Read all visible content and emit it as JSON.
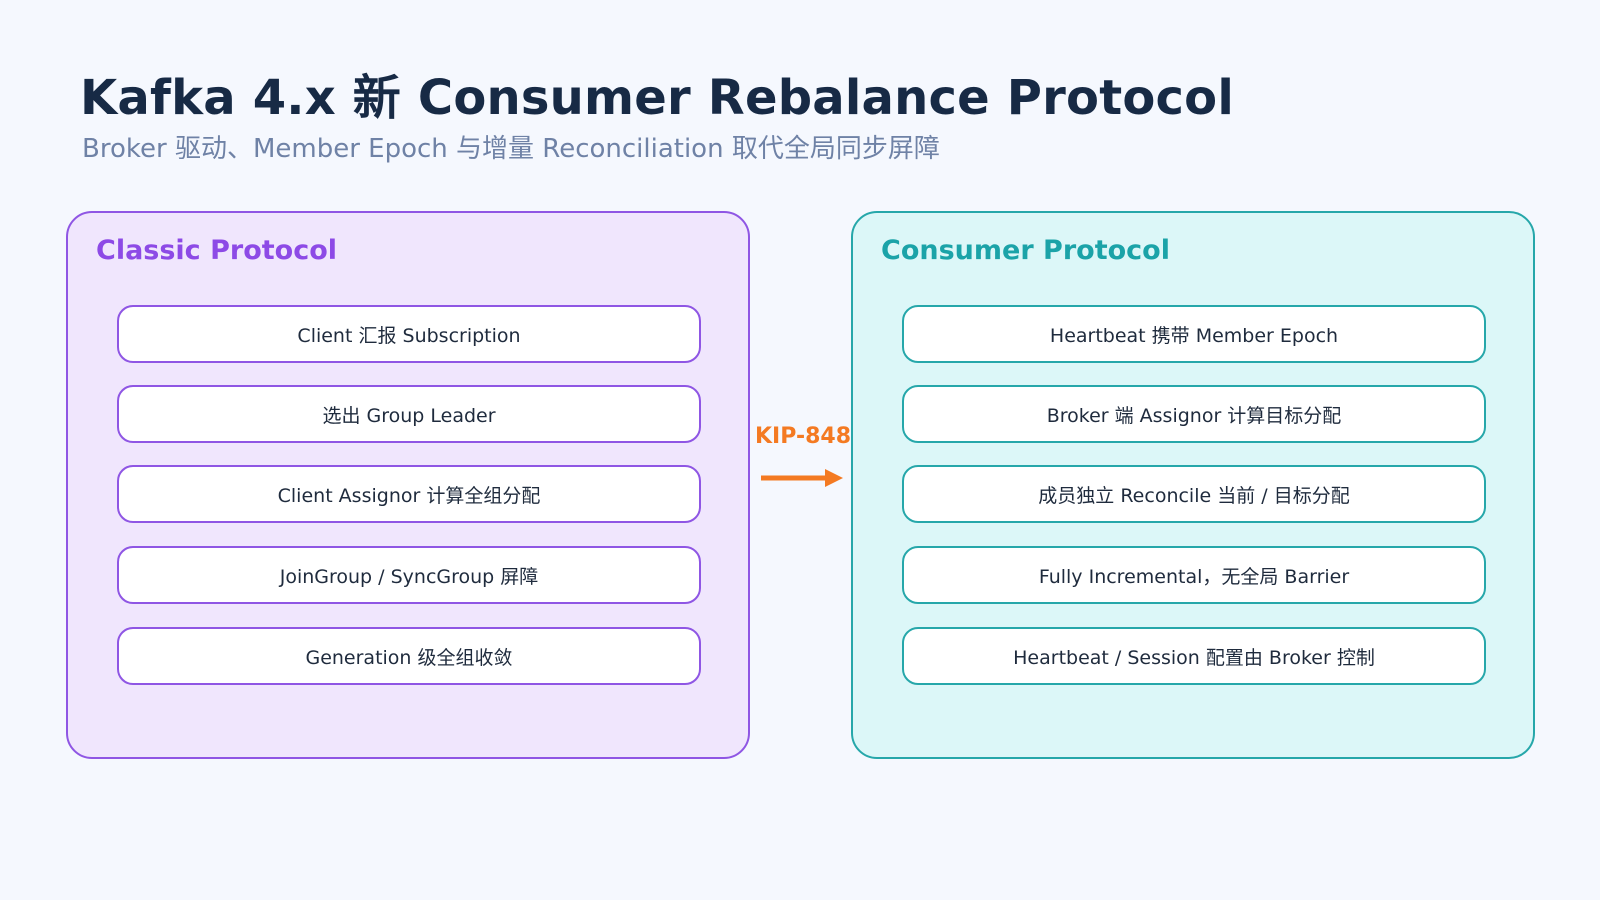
{
  "title": "Kafka 4.x 新 Consumer Rebalance Protocol",
  "subtitle": "Broker 驱动、Member Epoch 与增量 Reconciliation 取代全局同步屏障",
  "classic": {
    "title": "Classic Protocol",
    "items": [
      "Client 汇报 Subscription",
      "选出 Group Leader",
      "Client Assignor 计算全组分配",
      "JoinGroup / SyncGroup 屏障",
      "Generation 级全组收敛"
    ]
  },
  "consumer": {
    "title": "Consumer Protocol",
    "items": [
      "Heartbeat 携带 Member Epoch",
      "Broker 端 Assignor 计算目标分配",
      "成员独立 Reconcile 当前 / 目标分配",
      "Fully Incremental，无全局 Barrier",
      "Heartbeat / Session 配置由 Broker 控制"
    ]
  },
  "connector": {
    "label": "KIP-848"
  },
  "colors": {
    "classic_accent": "#8f56e4",
    "consumer_accent": "#26a7aa",
    "arrow": "#f47a22"
  }
}
